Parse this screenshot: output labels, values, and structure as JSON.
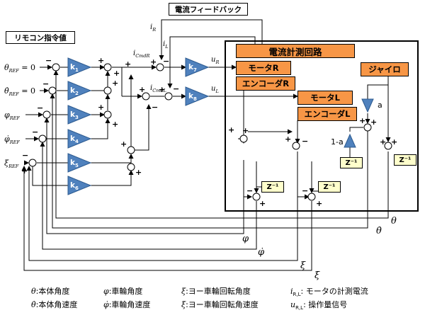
{
  "titles": {
    "remote_command": "リモコン指令値",
    "current_feedback": "電流フィードバック"
  },
  "inputs": [
    {
      "symbol": "θ",
      "sub": "REF",
      "suffix": "= 0",
      "dot": false
    },
    {
      "symbol": "θ",
      "sub": "REF",
      "suffix": "= 0",
      "dot": true
    },
    {
      "symbol": "φ",
      "sub": "REF",
      "suffix": "",
      "dot": false
    },
    {
      "symbol": "φ",
      "sub": "REF",
      "suffix": "",
      "dot": true
    },
    {
      "symbol": "ξ",
      "sub": "REF",
      "suffix": "",
      "dot": false
    }
  ],
  "gains": [
    "k1",
    "k2",
    "k3",
    "k4",
    "k5",
    "k6",
    "k7",
    "k8"
  ],
  "blocks": {
    "current_measure": "電流計測回路",
    "motor_r": "モータR",
    "encoder_r": "エンコーダR",
    "motor_l": "モータL",
    "encoder_l": "エンコーダL",
    "gyro": "ジャイロ",
    "delay": "Z⁻¹",
    "gain_a": "a",
    "gain_1a": "1-a"
  },
  "signals": {
    "i_r": "i",
    "i_r_sub": "R",
    "i_l": "i",
    "i_l_sub": "L",
    "i_cmd_r": "i",
    "i_cmd_r_sub": "CmdR",
    "i_cmd_l": "i",
    "i_cmd_l_sub": "CmdL",
    "u_r": "u",
    "u_r_sub": "R",
    "u_l": "u",
    "u_l_sub": "L"
  },
  "feedback_labels": {
    "theta": "θ",
    "theta_dot": "θ̇",
    "phi": "φ",
    "phi_dot": "φ̇",
    "xi": "ξ",
    "xi_dot": "ξ̇"
  },
  "legend": [
    {
      "sym": "θ",
      "text": ":本体角度"
    },
    {
      "sym": "θ̇",
      "text": ":本体角速度"
    },
    {
      "sym": "φ",
      "text": ":車輪角度"
    },
    {
      "sym": "φ̇",
      "text": ":車輪角速度"
    },
    {
      "sym": "ξ",
      "text": ":ヨー車輪回転角度"
    },
    {
      "sym": "ξ̇",
      "text": ":ヨー車輪回転角速度"
    },
    {
      "sym": "i",
      "sub": "R,L",
      "text": ": モータの計測電流"
    },
    {
      "sym": "u",
      "sub": "R,L",
      "text": ": 操作量信号"
    }
  ],
  "input_zero": "= 0"
}
